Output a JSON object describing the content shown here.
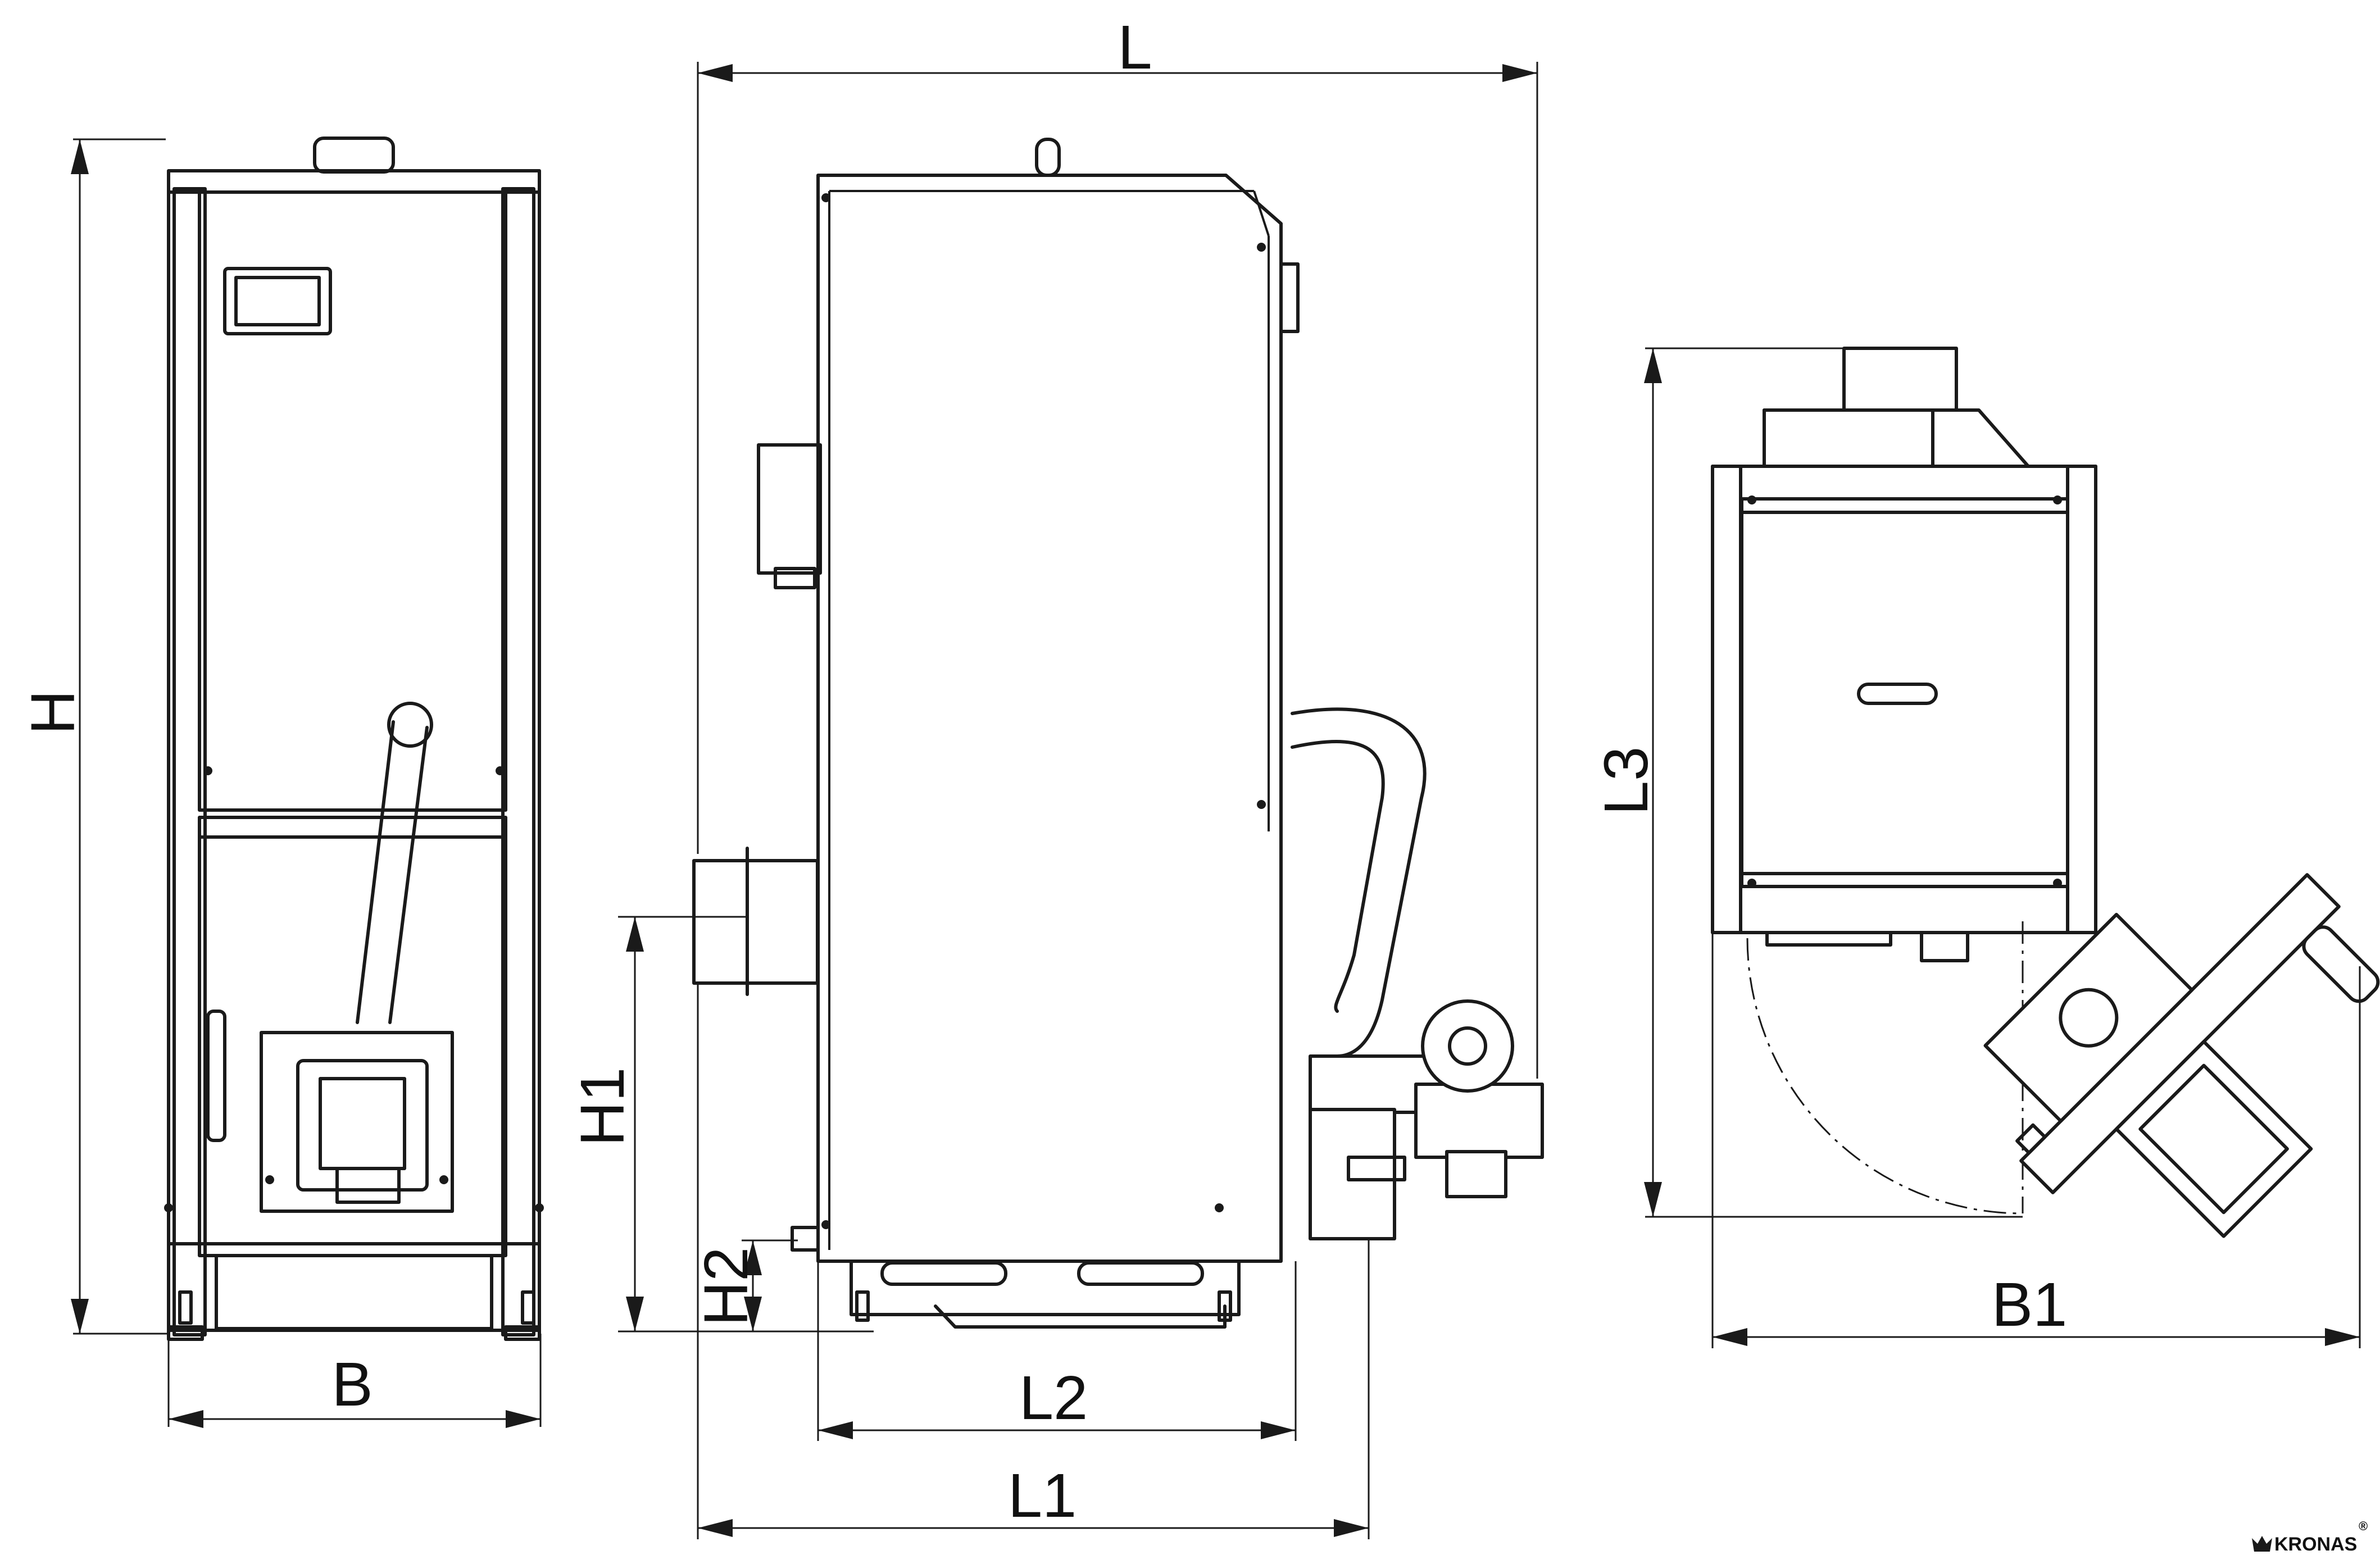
{
  "dimensions": {
    "height": "H",
    "width": "B",
    "length": "L",
    "length_1": "L1",
    "length_2": "L2",
    "length_3": "L3",
    "height_1": "H1",
    "height_2": "H2",
    "width_1": "B1"
  },
  "brand": {
    "name": "KRONAS",
    "registered": "®"
  },
  "colors": {
    "line": "#1a1a1a",
    "background": "#ffffff"
  }
}
